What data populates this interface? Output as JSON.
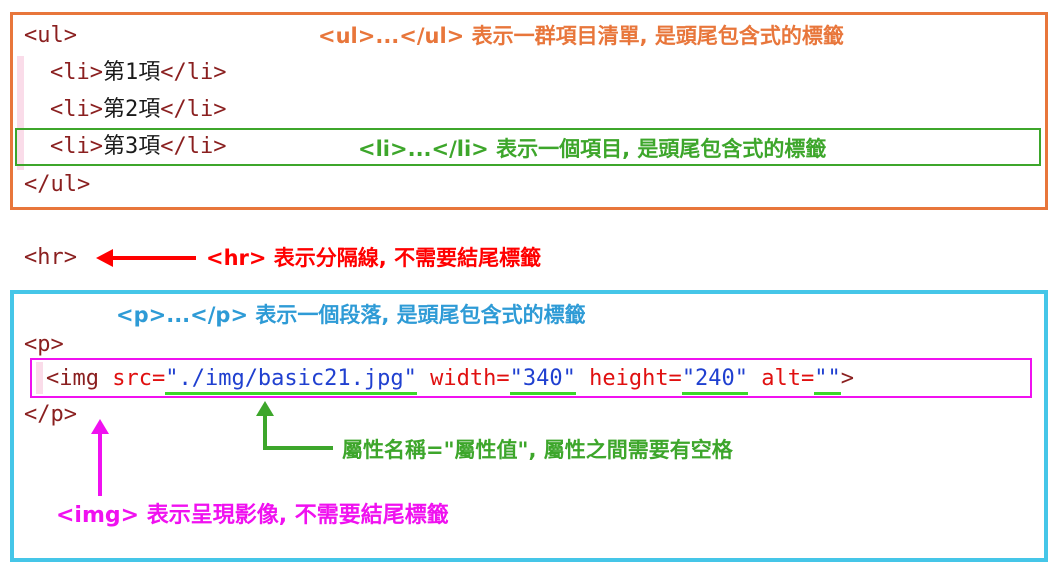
{
  "colors": {
    "orange": "#E8763B",
    "green": "#3DA62B",
    "green_bright": "#3BD62B",
    "red": "#FF0000",
    "cyan": "#45C6E8",
    "blue": "#2E9BD6",
    "magenta": "#F011F0",
    "code_tag": "#8A1F1F",
    "code_text": "#1A1A1A",
    "attr_name": "#E01010",
    "attr_value": "#2040D0",
    "stripe_pink": "#FADCE9"
  },
  "ul_section": {
    "open_tag": "<ul>",
    "note": "<ul>...</ul> 表示一群項目清單, 是頭尾包含式的標籤",
    "items": [
      {
        "open": "<li>",
        "text": "第1項",
        "close": "</li>"
      },
      {
        "open": "<li>",
        "text": "第2項",
        "close": "</li>"
      },
      {
        "open": "<li>",
        "text": "第3項",
        "close": "</li>"
      }
    ],
    "li_note": "<li>...</li> 表示一個項目, 是頭尾包含式的標籤",
    "close_tag": "</ul>"
  },
  "hr_section": {
    "code": "<hr>",
    "note": "<hr> 表示分隔線, 不需要結尾標籤"
  },
  "p_section": {
    "note_p": "<p>...</p> 表示一個段落, 是頭尾包含式的標籤",
    "open_tag": "<p>",
    "img": {
      "t_open": "<img",
      "a_src": " src=",
      "v_src": "\"./img/basic21.jpg\"",
      "a_width": " width=",
      "v_width": "\"340\"",
      "a_height": " height=",
      "v_height": "\"240\"",
      "a_alt": " alt=",
      "v_alt": "\"\"",
      "t_close": ">"
    },
    "close_tag": "</p>",
    "note_attr": "屬性名稱=\"屬性值\", 屬性之間需要有空格",
    "note_img": "<img> 表示呈現影像, 不需要結尾標籤"
  }
}
